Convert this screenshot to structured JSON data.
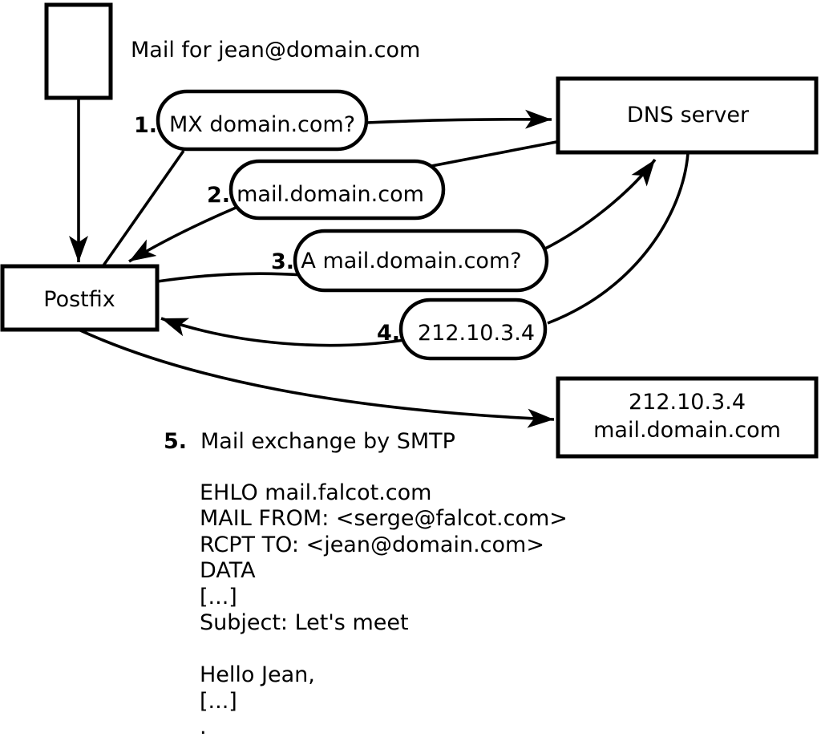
{
  "diagram": {
    "title": "Mail for jean@domain.com",
    "postfix_label": "Postfix",
    "dns_label": "DNS server",
    "destination": {
      "line1": "212.10.3.4",
      "line2": "mail.domain.com"
    },
    "steps": [
      {
        "num": "1.",
        "label": "MX domain.com?"
      },
      {
        "num": "2.",
        "label": "mail.domain.com"
      },
      {
        "num": "3.",
        "label": "A mail.domain.com?"
      },
      {
        "num": "4.",
        "label": "212.10.3.4"
      },
      {
        "num": "5.",
        "label": "Mail exchange by SMTP"
      }
    ],
    "smtp_session": {
      "lines": [
        "EHLO mail.falcot.com",
        "MAIL FROM: <serge@falcot.com>",
        "RCPT TO: <jean@domain.com>",
        "DATA",
        "[...]",
        "Subject: Let's meet",
        "",
        "Hello Jean,",
        "[...]",
        "."
      ]
    },
    "colors": {
      "ink": "#000000",
      "background": "#ffffff"
    }
  }
}
